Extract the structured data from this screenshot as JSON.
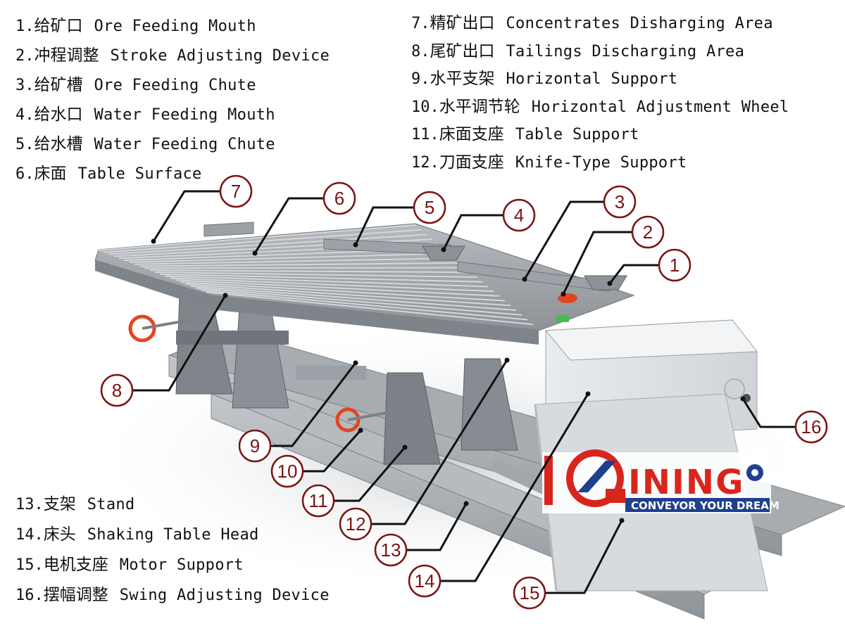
{
  "legend": {
    "top_left": [
      {
        "num": "1.",
        "zh": "给矿口",
        "en": "Ore Feeding Mouth"
      },
      {
        "num": "2.",
        "zh": "冲程调整",
        "en": "Stroke Adjusting Device"
      },
      {
        "num": "3.",
        "zh": "给矿槽",
        "en": "Ore Feeding Chute"
      },
      {
        "num": "4.",
        "zh": "给水口",
        "en": "Water Feeding Mouth"
      },
      {
        "num": "5.",
        "zh": "给水槽",
        "en": "Water Feeding Chute"
      },
      {
        "num": "6.",
        "zh": "床面",
        "en": "Table Surface"
      }
    ],
    "top_right": [
      {
        "num": "7.",
        "zh": "精矿出口",
        "en": "Concentrates Disharging Area"
      },
      {
        "num": "8.",
        "zh": "尾矿出口",
        "en": "Tailings Discharging Area"
      },
      {
        "num": "9.",
        "zh": "水平支架",
        "en": "Horizontal Support"
      },
      {
        "num": "10.",
        "zh": "水平调节轮",
        "en": "Horizontal Adjustment Wheel"
      },
      {
        "num": "11.",
        "zh": "床面支座",
        "en": "Table Support"
      },
      {
        "num": "12.",
        "zh": "刀面支座",
        "en": "Knife-Type Support"
      }
    ],
    "bottom_left": [
      {
        "num": "13.",
        "zh": "支架",
        "en": "Stand"
      },
      {
        "num": "14.",
        "zh": "床头",
        "en": "Shaking Table Head"
      },
      {
        "num": "15.",
        "zh": "电机支座",
        "en": "Motor Support"
      },
      {
        "num": "16.",
        "zh": "摆幅调整",
        "en": "Swing Adjusting Device"
      }
    ]
  },
  "callouts": [
    "1",
    "2",
    "3",
    "4",
    "5",
    "6",
    "7",
    "8",
    "9",
    "10",
    "11",
    "12",
    "13",
    "14",
    "15",
    "16"
  ],
  "logo": {
    "word": "INING",
    "tagline": "CONVEYOR YOUR DREAM"
  },
  "colors": {
    "callout_ring": "#7a1414",
    "leader_line": "#111111",
    "logo_red": "#d9261c",
    "logo_blue": "#1f3f8f",
    "wheel_orange": "#e2451f",
    "frame_gray": "#8e9398",
    "table_gray": "#9ea3a8"
  }
}
